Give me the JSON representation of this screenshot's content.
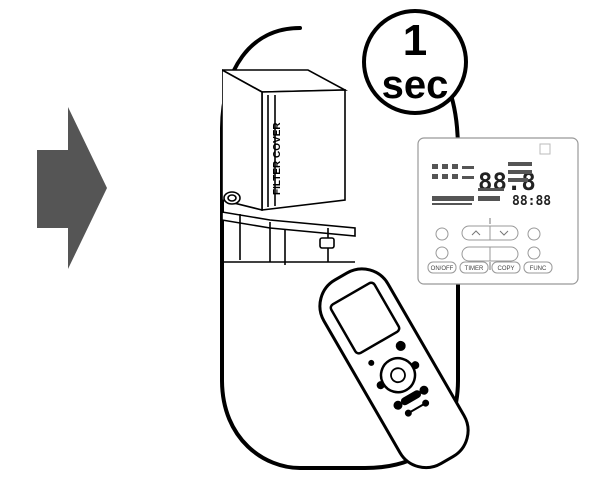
{
  "badge": {
    "number": "1",
    "unit": "sec"
  },
  "indoor_unit": {
    "filter_label": "FILTER COVER"
  },
  "wall_controller": {
    "display_digits": "88.8",
    "clock_digits": "88:88",
    "buttons": [
      "ON/OFF",
      "TIMER",
      "COPY",
      "FUNC"
    ]
  },
  "colors": {
    "arrow": "#555555",
    "outline": "#000000"
  }
}
